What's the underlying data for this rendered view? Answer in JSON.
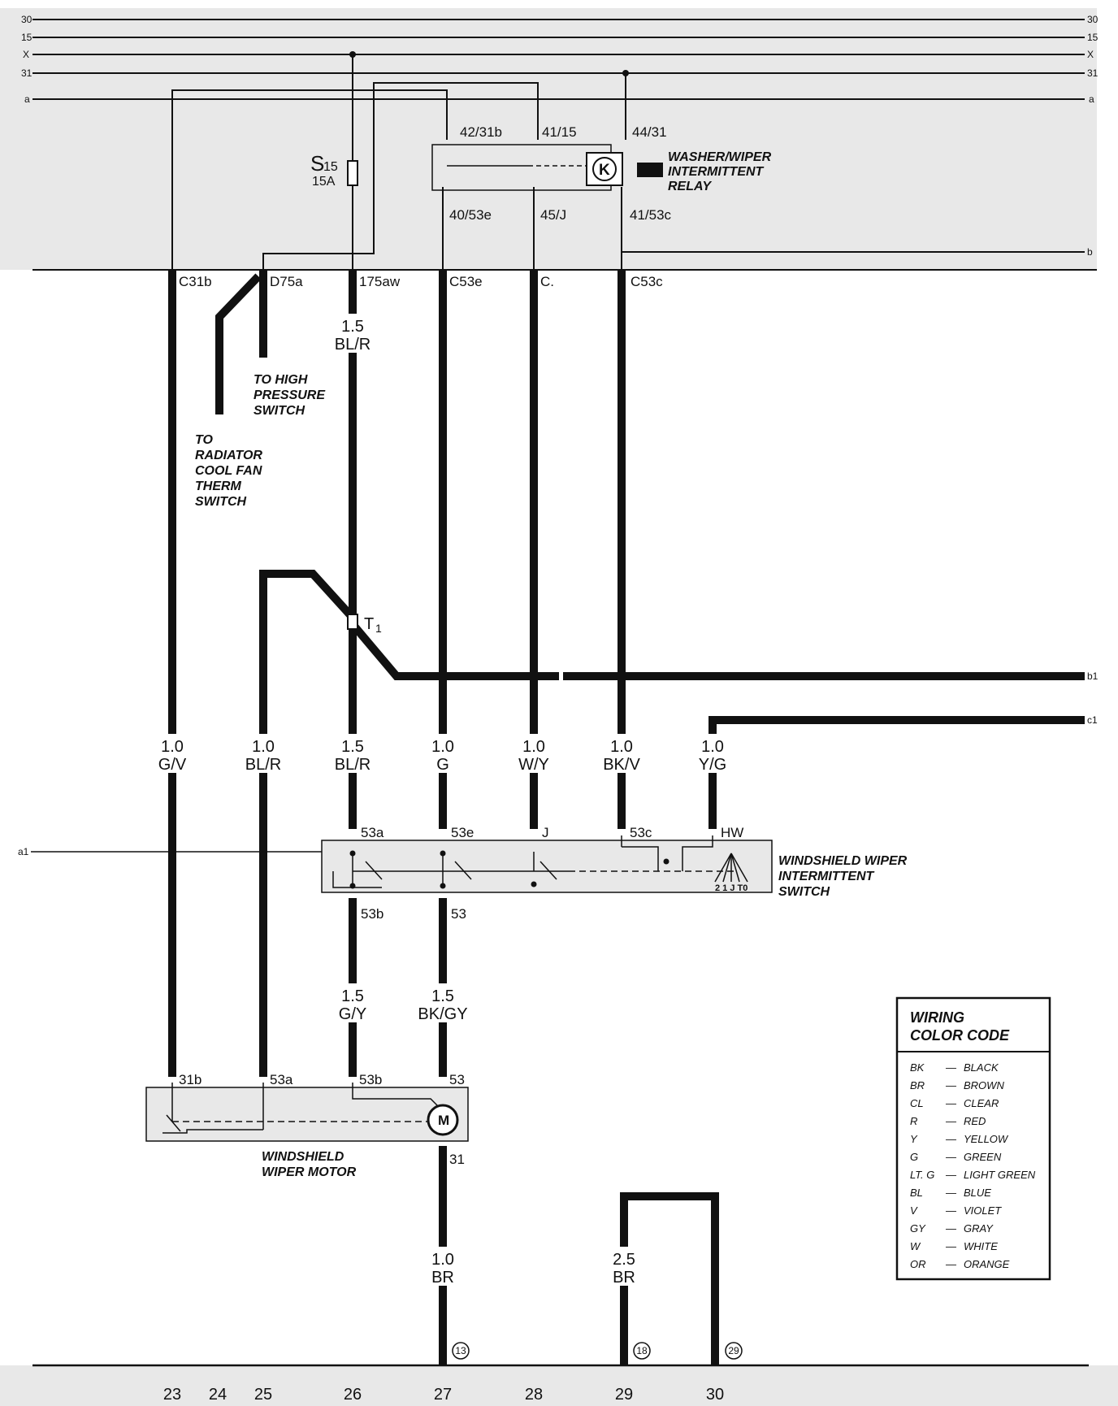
{
  "buses": {
    "top": [
      {
        "name": "30"
      },
      {
        "name": "15"
      },
      {
        "name": "X"
      },
      {
        "name": "31"
      },
      {
        "name": "a"
      }
    ],
    "b": "b",
    "b1": "b1",
    "c1": "c1",
    "a1": "a1"
  },
  "fuse": {
    "label": "S",
    "sub": "15",
    "rating": "15A"
  },
  "relay": {
    "title_1": "WASHER/WIPER",
    "title_2": "INTERMITTENT",
    "title_3": "RELAY",
    "terminals": [
      "42/31b",
      "41/15",
      "44/31",
      "40/53e",
      "45/J",
      "41/53c"
    ]
  },
  "connectors": {
    "c31b": "C31b",
    "d75a": "D75a",
    "t175aw": "175aw",
    "c53e": "C53e",
    "cj": "C.",
    "c53c": "C53c",
    "t1": "T",
    "t1_sub": "1"
  },
  "notes": {
    "high_pressure": [
      "TO HIGH",
      "PRESSURE",
      "SWITCH"
    ],
    "radiator": [
      "TO",
      "RADIATOR",
      "COOL FAN",
      "THERM",
      "SWITCH"
    ]
  },
  "wires": {
    "w175": {
      "gauge": "1.5",
      "color": "BL/R"
    },
    "w23": {
      "gauge": "1.0",
      "color": "G/V"
    },
    "w25": {
      "gauge": "1.0",
      "color": "BL/R"
    },
    "w26": {
      "gauge": "1.5",
      "color": "BL/R"
    },
    "w27": {
      "gauge": "1.0",
      "color": "G"
    },
    "w28": {
      "gauge": "1.0",
      "color": "W/Y"
    },
    "w29": {
      "gauge": "1.0",
      "color": "BK/V"
    },
    "w30": {
      "gauge": "1.0",
      "color": "Y/G"
    },
    "w26b": {
      "gauge": "1.5",
      "color": "G/Y"
    },
    "w27b": {
      "gauge": "1.5",
      "color": "BK/GY"
    },
    "w27c": {
      "gauge": "1.0",
      "color": "BR"
    },
    "w29c": {
      "gauge": "2.5",
      "color": "BR"
    }
  },
  "switch": {
    "title_1": "WINDSHIELD WIPER",
    "title_2": "INTERMITTENT",
    "title_3": "SWITCH",
    "terminals_top": [
      "53a",
      "53e",
      "J",
      "53c",
      "HW"
    ],
    "terminals_bottom": [
      "53b",
      "53"
    ],
    "positions": "2 1 J T0"
  },
  "motor": {
    "title_1": "WINDSHIELD",
    "title_2": "WIPER MOTOR",
    "symbol": "M",
    "terminals": [
      "31b",
      "53a",
      "53b",
      "53",
      "31"
    ]
  },
  "ground_refs": [
    "13",
    "18",
    "29"
  ],
  "columns": [
    "23",
    "24",
    "25",
    "26",
    "27",
    "28",
    "29",
    "30"
  ],
  "legend": {
    "title_1": "WIRING",
    "title_2": "COLOR CODE",
    "entries": [
      {
        "code": "BK",
        "name": "BLACK"
      },
      {
        "code": "BR",
        "name": "BROWN"
      },
      {
        "code": "CL",
        "name": "CLEAR"
      },
      {
        "code": "R",
        "name": "RED"
      },
      {
        "code": "Y",
        "name": "YELLOW"
      },
      {
        "code": "G",
        "name": "GREEN"
      },
      {
        "code": "LT. G",
        "name": "LIGHT GREEN"
      },
      {
        "code": "BL",
        "name": "BLUE"
      },
      {
        "code": "V",
        "name": "VIOLET"
      },
      {
        "code": "GY",
        "name": "GRAY"
      },
      {
        "code": "W",
        "name": "WHITE"
      },
      {
        "code": "OR",
        "name": "ORANGE"
      }
    ]
  }
}
